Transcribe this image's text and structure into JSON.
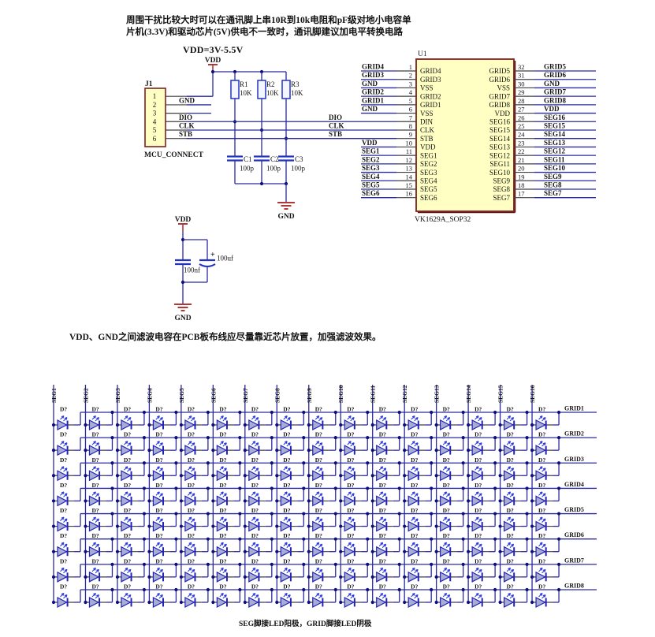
{
  "notes": {
    "emi_line1": "周围干扰比较大时可以在通讯脚上串10R到10k电阻和pF级对地小电容单",
    "emi_line2": "片机(3.3V)和驱动芯片(5V)供电不一致时，通讯脚建议加电平转换电路",
    "supply_range": "VDD=3V-5.5V",
    "filter_note": "VDD、GND之间滤波电容在PCB板布线应尽量靠近芯片放置，加强滤波效果。",
    "led_note": "SEG脚接LED阳极，GRID脚接LED阴极"
  },
  "power": {
    "vdd_label": "VDD",
    "gnd_label": "GND"
  },
  "connector": {
    "ref": "J1",
    "name": "MCU_CONNECT",
    "pin_numbers": [
      "1",
      "2",
      "3",
      "4",
      "5",
      "6"
    ],
    "pin_nets": [
      "",
      "GND",
      "",
      "DIO",
      "CLK",
      "STB"
    ]
  },
  "resistors": [
    {
      "ref": "R1",
      "value": "10K"
    },
    {
      "ref": "R2",
      "value": "10K"
    },
    {
      "ref": "R3",
      "value": "10K"
    }
  ],
  "capacitors": [
    {
      "ref": "C1",
      "value": "100p"
    },
    {
      "ref": "C2",
      "value": "100p"
    },
    {
      "ref": "C3",
      "value": "100p"
    }
  ],
  "filter_caps": {
    "small_value": "100nf",
    "big_value": "100uf",
    "plus_sign": "+"
  },
  "chip": {
    "ref": "U1",
    "part": "VK1629A_SOP32",
    "left_pins": [
      {
        "num": "1",
        "name": "GRID4",
        "net": "GRID4"
      },
      {
        "num": "2",
        "name": "GRID3",
        "net": "GRID3"
      },
      {
        "num": "3",
        "name": "VSS",
        "net": "GND"
      },
      {
        "num": "4",
        "name": "GRID2",
        "net": "GRID2"
      },
      {
        "num": "5",
        "name": "GRID1",
        "net": "GRID1"
      },
      {
        "num": "6",
        "name": "VSS",
        "net": "GND"
      },
      {
        "num": "7",
        "name": "DIN",
        "net": ""
      },
      {
        "num": "8",
        "name": "CLK",
        "net": ""
      },
      {
        "num": "9",
        "name": "STB",
        "net": ""
      },
      {
        "num": "10",
        "name": "VDD",
        "net": "VDD"
      },
      {
        "num": "11",
        "name": "SEG1",
        "net": "SEG1"
      },
      {
        "num": "12",
        "name": "SEG2",
        "net": "SEG2"
      },
      {
        "num": "13",
        "name": "SEG3",
        "net": "SEG3"
      },
      {
        "num": "14",
        "name": "SEG4",
        "net": "SEG4"
      },
      {
        "num": "15",
        "name": "SEG5",
        "net": "SEG5"
      },
      {
        "num": "16",
        "name": "SEG6",
        "net": "SEG6"
      }
    ],
    "right_pins": [
      {
        "num": "32",
        "name": "GRID5",
        "net": "GRID5"
      },
      {
        "num": "31",
        "name": "GRID6",
        "net": "GRID6"
      },
      {
        "num": "30",
        "name": "VSS",
        "net": "GND"
      },
      {
        "num": "29",
        "name": "GRID7",
        "net": "GRID7"
      },
      {
        "num": "28",
        "name": "GRID8",
        "net": "GRID8"
      },
      {
        "num": "27",
        "name": "VDD",
        "net": "VDD"
      },
      {
        "num": "26",
        "name": "SEG16",
        "net": "SEG16"
      },
      {
        "num": "25",
        "name": "SEG15",
        "net": "SEG15"
      },
      {
        "num": "24",
        "name": "SEG14",
        "net": "SEG14"
      },
      {
        "num": "23",
        "name": "SEG13",
        "net": "SEG13"
      },
      {
        "num": "22",
        "name": "SEG12",
        "net": "SEG12"
      },
      {
        "num": "21",
        "name": "SEG11",
        "net": "SEG11"
      },
      {
        "num": "20",
        "name": "SEG10",
        "net": "SEG10"
      },
      {
        "num": "19",
        "name": "SEG9",
        "net": "SEG9"
      },
      {
        "num": "18",
        "name": "SEG8",
        "net": "SEG8"
      },
      {
        "num": "17",
        "name": "SEG7",
        "net": "SEG7"
      }
    ],
    "bus_labels": [
      "DIO",
      "CLK",
      "STB"
    ]
  },
  "matrix": {
    "seg_labels": [
      "SEG1",
      "SEG2",
      "SEG3",
      "SEG4",
      "SEG5",
      "SEG6",
      "SEG7",
      "SEG8",
      "SEG9",
      "SEG10",
      "SEG11",
      "SEG12",
      "SEG13",
      "SEG14",
      "SEG15",
      "SEG16"
    ],
    "grid_labels": [
      "GRID1",
      "GRID2",
      "GRID3",
      "GRID4",
      "GRID5",
      "GRID6",
      "GRID7",
      "GRID8"
    ],
    "led_designator": "D?"
  },
  "colors": {
    "wire": "#2A2AA0",
    "pin_lead": "#3F3F46",
    "component_stroke": "#2233C4",
    "chip_fill": "#FFFFC4",
    "chip_border": "#7E2020",
    "chip_shadow": "#5E1010",
    "connector_fill": "#FFFFC4",
    "power": "#B03838",
    "led_fill": "#A8AED2",
    "led_stroke": "#2222BB",
    "led_arrow": "#2B3BE0",
    "junction_dot": "#0E0E7E",
    "text": "#141414"
  }
}
